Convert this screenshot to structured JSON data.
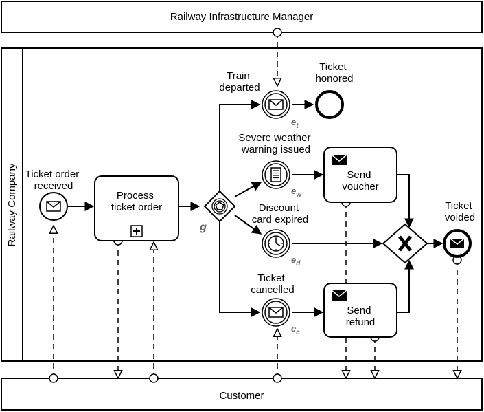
{
  "pools": {
    "top": "Railway Infrastructure Manager",
    "bottom": "Customer",
    "middle": "Railway Company"
  },
  "events": {
    "start": [
      "Ticket order",
      "received"
    ],
    "train_departed": [
      "Train",
      "departed"
    ],
    "ticket_honored": [
      "Ticket",
      "honored"
    ],
    "severe_weather": [
      "Severe weather",
      "warning issued"
    ],
    "discount_card": [
      "Discount",
      "card expired"
    ],
    "ticket_cancelled": [
      "Ticket",
      "cancelled"
    ],
    "ticket_voided": [
      "Ticket",
      "voided"
    ]
  },
  "tasks": {
    "process": [
      "Process",
      "ticket order"
    ],
    "voucher": [
      "Send",
      "voucher"
    ],
    "refund": [
      "Send",
      "refund"
    ]
  },
  "event_subscripts": {
    "train_main": "e",
    "train_sub": "t",
    "weather_main": "e",
    "weather_sub": "w",
    "discount_main": "e",
    "discount_sub": "d",
    "cancel_main": "e",
    "cancel_sub": "c"
  },
  "gateway_label": "g"
}
